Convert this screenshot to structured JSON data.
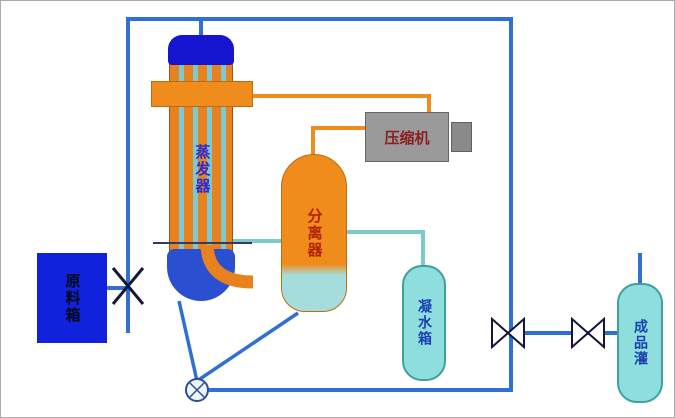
{
  "labels": {
    "raw_tank": "原料箱",
    "evaporator": "蒸发器",
    "separator": "分离器",
    "compressor": "压缩机",
    "condensate_tank": "凝水箱",
    "product_tank": "成品灌"
  },
  "icons": {
    "valve": "bowtie-valve-symbol",
    "valve_left": "x-valve-symbol",
    "pump": "circle-pump-symbol"
  },
  "colors": {
    "pipe_blue": "#2f6fd6",
    "pipe_orange": "#ef8c1c",
    "pipe_cyan": "#7cc9c9",
    "raw_tank_blue": "#1122dd",
    "vessel_cyan": "#8fdede",
    "compressor_gray": "#9a9a9a",
    "evaporator_cap_blue": "#1515d0",
    "evaporator_bowl_blue": "#2a4fd0",
    "separator_orange": "#ef8c1c"
  }
}
